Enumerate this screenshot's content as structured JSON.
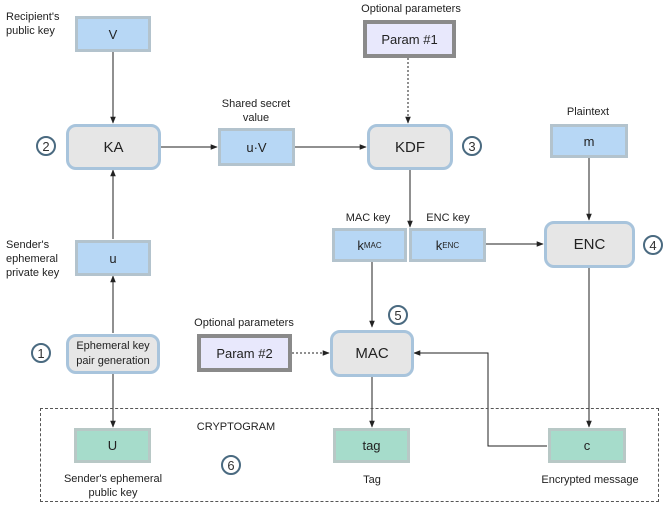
{
  "labels": {
    "recipient_public_key": [
      "Recipient's",
      "public key"
    ],
    "optional_params_top": "Optional parameters",
    "shared_secret": [
      "Shared secret",
      "value"
    ],
    "plaintext": "Plaintext",
    "mac_key": "MAC key",
    "enc_key": "ENC key",
    "sender_private_key": [
      "Sender's",
      "ephemeral",
      "private key"
    ],
    "optional_params_mid": "Optional parameters",
    "cryptogram": "CRYPTOGRAM",
    "sender_public_key": [
      "Sender's ephemeral",
      "public key"
    ],
    "tag_label": "Tag",
    "encrypted_message": "Encrypted message"
  },
  "boxes": {
    "V": "V",
    "param1": "Param #1",
    "KA": "KA",
    "uV": "u·V",
    "KDF": "KDF",
    "m": "m",
    "kmac_base": "k",
    "kmac_sub": "MAC",
    "kenc_base": "k",
    "kenc_sub": "ENC",
    "ENC": "ENC",
    "u": "u",
    "keygen": [
      "Ephemeral key",
      "pair generation"
    ],
    "param2": "Param #2",
    "MAC": "MAC",
    "U": "U",
    "tag": "tag",
    "c": "c"
  },
  "steps": [
    "1",
    "2",
    "3",
    "4",
    "5",
    "6"
  ],
  "colors": {
    "data_box": "#b7d7f5",
    "process_box": "#e6e6e6",
    "output_box": "#a6dccb",
    "param_box": "#e8e8fc",
    "step_circle_border": "#4a6a80"
  }
}
